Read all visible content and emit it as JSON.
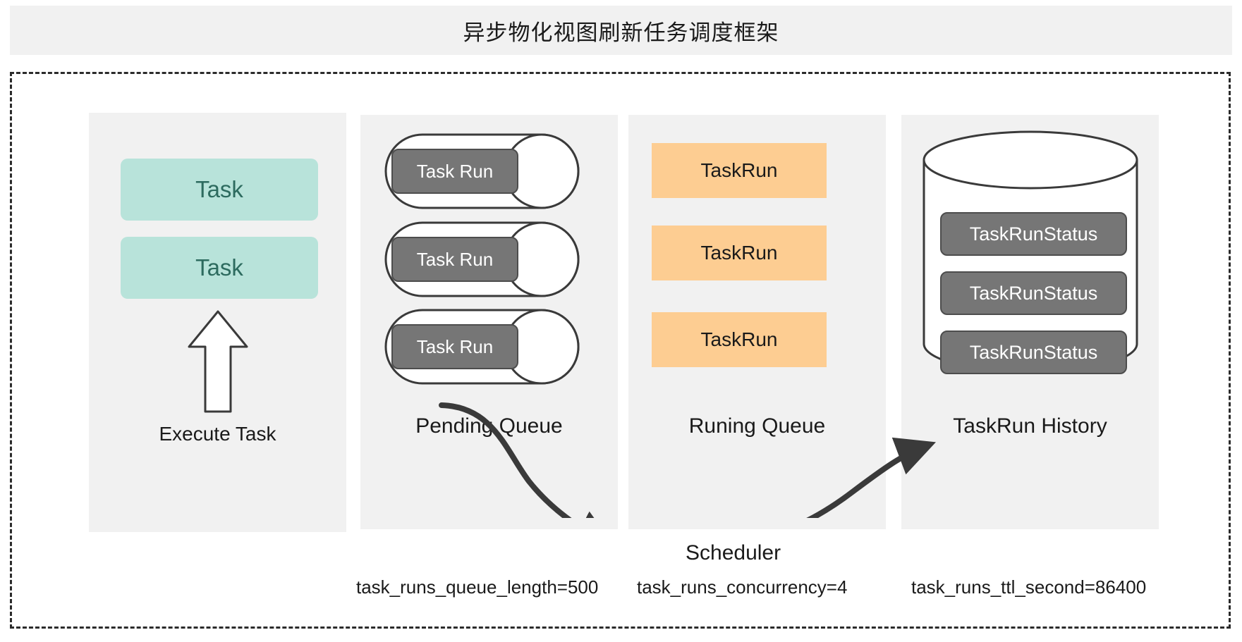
{
  "title": {
    "text": "异步物化视图刷新任务调度框架"
  },
  "colors": {
    "panel_bg": "#f1f1f1",
    "task_teal": "#b8e3da",
    "task_teal_text": "#2d6b5f",
    "taskrun_orange": "#fdcd92",
    "chip_gray": "#767676",
    "chip_border": "#4d4d4d",
    "stroke_dark": "#2b2b2b",
    "page_bg": "#ffffff"
  },
  "task_column": {
    "cards": [
      {
        "label": "Task"
      },
      {
        "label": "Task"
      }
    ],
    "arrow_icon": "up-arrow-icon",
    "arrow_label": "Execute Task"
  },
  "pending_queue": {
    "caption": "Pending Queue",
    "items": [
      {
        "label": "Task Run"
      },
      {
        "label": "Task Run"
      },
      {
        "label": "Task Run"
      }
    ]
  },
  "running_queue": {
    "caption": "Runing Queue",
    "items": [
      {
        "label": "TaskRun"
      },
      {
        "label": "TaskRun"
      },
      {
        "label": "TaskRun"
      }
    ]
  },
  "history": {
    "caption": "TaskRun History",
    "items": [
      {
        "label": "TaskRunStatus"
      },
      {
        "label": "TaskRunStatus"
      },
      {
        "label": "TaskRunStatus"
      }
    ]
  },
  "scheduler": {
    "label": "Scheduler"
  },
  "parameters": [
    {
      "text": "task_runs_queue_length=500"
    },
    {
      "text": "task_runs_concurrency=4"
    },
    {
      "text": "task_runs_ttl_second=86400"
    }
  ]
}
